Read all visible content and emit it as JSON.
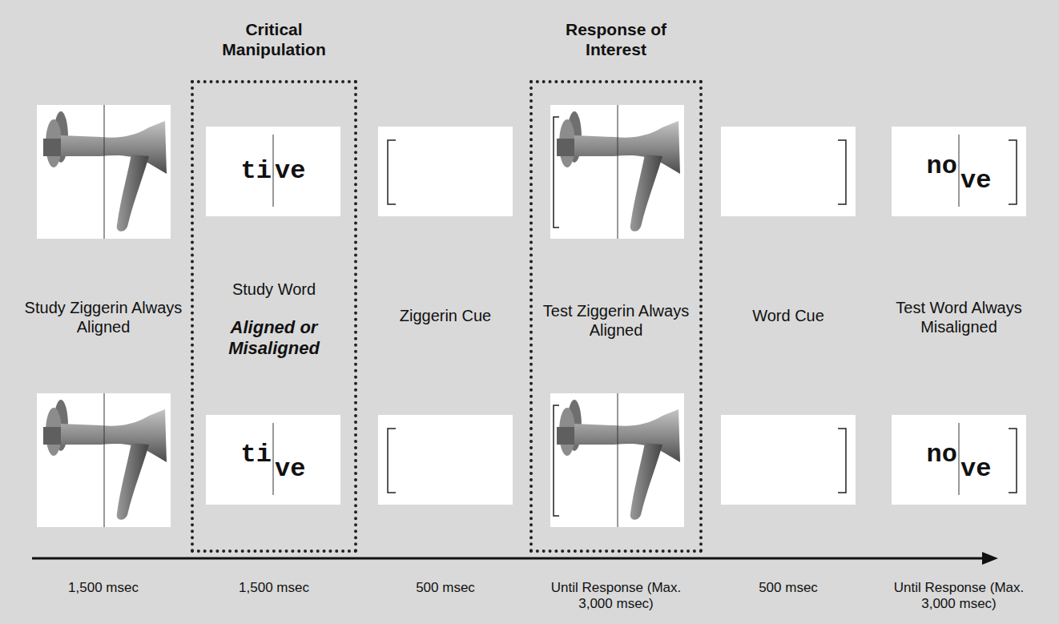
{
  "diagram": {
    "nodes": [
      {
        "text": [
          "Critical Manipulation",
          "Study Word",
          "Aligned or Misaligned"
        ]
      },
      {
        "text": [
          "ti",
          "ve"
        ],
        "in": 0
      },
      {
        "text": [
          "ti",
          "ve"
        ],
        "in": 0
      },
      {
        "text": [
          "Response of Interest",
          "Test Ziggerin Always Aligned"
        ]
      },
      {
        "text": [
          "no",
          "ve"
        ]
      },
      {
        "text": [
          "no",
          "ve"
        ]
      }
    ],
    "labels": [
      "Study Ziggerin Always Aligned",
      "Ziggerin Cue",
      "Word Cue",
      "Test Word Always Misaligned",
      "1,500 msec",
      "1,500 msec",
      "500 msec",
      "Until Response (Max. 3,000 msec)",
      "500 msec",
      "Until Response (Max. 3,000 msec)"
    ]
  }
}
